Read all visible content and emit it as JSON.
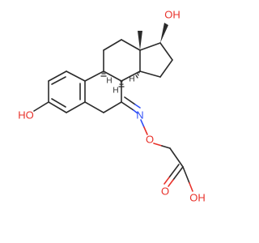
{
  "molecule": {
    "atom_labels": {
      "oh_left": "HO",
      "oh_top": "OH",
      "nitrogen": "N",
      "ether_oxygen": "O",
      "carbonyl_oxygen": "O",
      "acid_oh": "OH",
      "h_c9": "H",
      "h_c8": "H",
      "h_c14": "H"
    },
    "colors": {
      "carbon": "#2b2b2b",
      "oxygen": "#e8312a",
      "nitrogen": "#3050f8"
    }
  }
}
